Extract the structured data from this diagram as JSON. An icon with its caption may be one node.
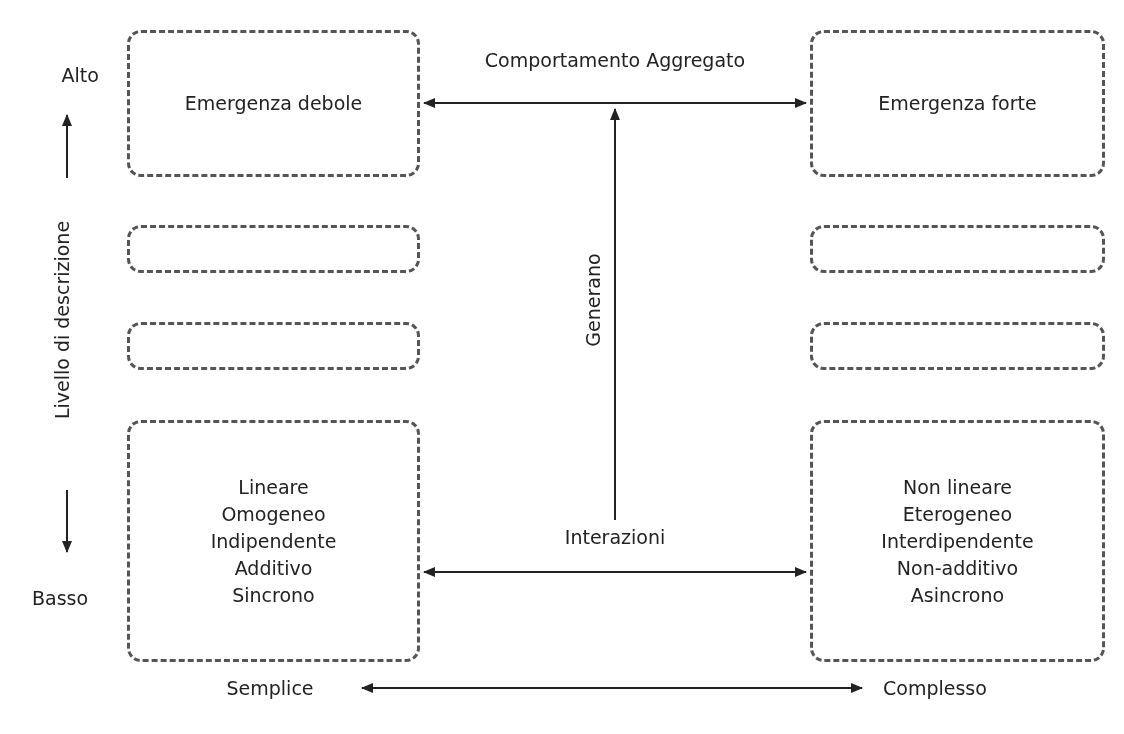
{
  "diagram": {
    "nodes": [
      {
        "text": [
          "Emergenza debole"
        ]
      },
      {
        "text": [
          "Emergenza forte"
        ]
      },
      {
        "text": [],
        "shape": "box"
      },
      {
        "text": [],
        "shape": "box"
      },
      {
        "text": [],
        "shape": "box"
      },
      {
        "text": [],
        "shape": "box"
      },
      {
        "text": [
          "Lineare",
          "Omogeneo",
          "Indipendente",
          "Additivo",
          "Sincrono"
        ]
      },
      {
        "text": [
          "Non lineare",
          "Eterogeneo",
          "Interdipendente",
          "Non-additivo",
          "Asincrono"
        ]
      },
      {
        "text": [
          "Comportamento Aggregato"
        ]
      },
      {
        "text": [
          "Interazioni"
        ]
      }
    ],
    "edges": [
      {
        "from": 0,
        "to": 1,
        "arrow": "both"
      },
      {
        "from": 6,
        "to": 7,
        "arrow": "both"
      },
      {
        "from": 9,
        "to": 8,
        "arrow": "to",
        "label": "Generano"
      }
    ],
    "labels": [
      "Alto",
      "Livello di descrizione",
      "Basso",
      "Semplice",
      "Complesso"
    ]
  }
}
